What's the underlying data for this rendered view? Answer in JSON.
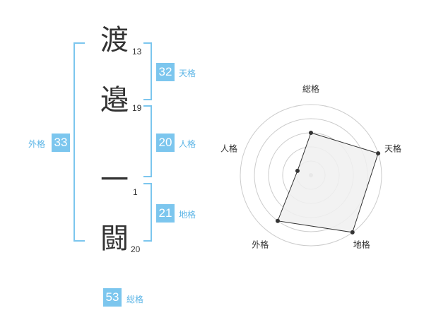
{
  "name": {
    "chars": [
      {
        "char": "渡",
        "strokes": "13"
      },
      {
        "char": "邉",
        "strokes": "19"
      },
      {
        "char": "一",
        "strokes": "1"
      },
      {
        "char": "闘",
        "strokes": "20"
      }
    ]
  },
  "scores": {
    "tenkaku": {
      "value": "32",
      "label": "天格"
    },
    "jinkaku": {
      "value": "20",
      "label": "人格"
    },
    "chikaku": {
      "value": "21",
      "label": "地格"
    },
    "gaikaku": {
      "value": "33",
      "label": "外格"
    },
    "soukaku": {
      "value": "53",
      "label": "総格"
    }
  },
  "chart_data": {
    "type": "radar",
    "axes": [
      "総格",
      "天格",
      "地格",
      "外格",
      "人格"
    ],
    "values": [
      3,
      5,
      5,
      4,
      1
    ],
    "max": 5,
    "rings": 5,
    "colors": {
      "fill": "#f0f0f0",
      "line": "#333333",
      "grid": "#cccccc",
      "center": "#bbbbbb"
    }
  }
}
